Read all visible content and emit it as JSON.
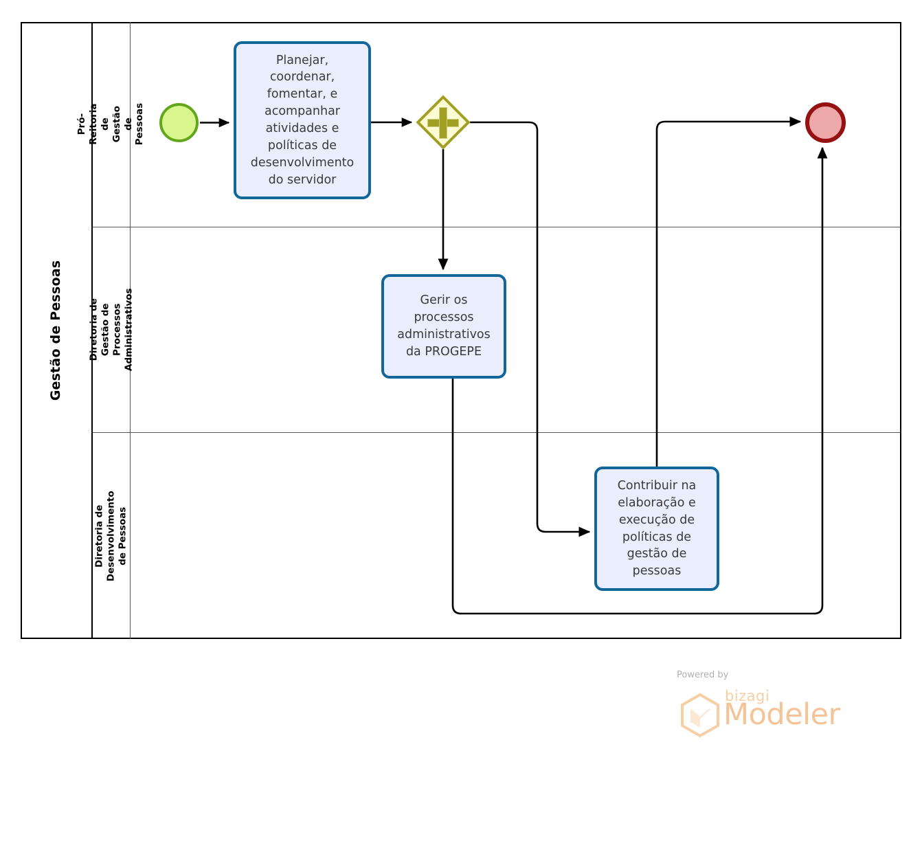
{
  "diagram": {
    "type": "bpmn-process-diagram",
    "pool": {
      "title": "Gestão de Pessoas",
      "lanes": [
        {
          "id": "lane-pro-reitoria",
          "label": "Pró-Reitoria de Gestão de Pessoas"
        },
        {
          "id": "lane-processos-adm",
          "label": "Diretoria de Gestão de Processos Administrativos"
        },
        {
          "id": "lane-desenvolvimento",
          "label": "Diretoria de Desenvolvimento de Pessoas"
        }
      ]
    },
    "events": {
      "start": {
        "name": "start-event",
        "label": "",
        "fill": "#d9f58e",
        "stroke": "#62a61b"
      },
      "end": {
        "name": "end-event",
        "label": "",
        "fill": "#eda9a9",
        "stroke": "#961212"
      }
    },
    "gateway": {
      "name": "parallel-gateway",
      "symbol": "+",
      "type": "parallel",
      "fill": "#fdfbd3",
      "stroke": "#a2a024"
    },
    "tasks": [
      {
        "id": "task-planejar",
        "lane": "lane-pro-reitoria",
        "label": "Planejar, coordenar, fomentar, e acompanhar atividades e políticas de desenvolvimento do servidor"
      },
      {
        "id": "task-gerir",
        "lane": "lane-processos-adm",
        "label": "Gerir os processos administrativos da PROGEPE"
      },
      {
        "id": "task-contribuir",
        "lane": "lane-desenvolvimento",
        "label": "Contribuir na elaboração e execução de políticas de gestão de pessoas"
      }
    ],
    "flows": [
      {
        "id": "flow-start-planejar",
        "from": "start-event",
        "to": "task-planejar"
      },
      {
        "id": "flow-planejar-gateway",
        "from": "task-planejar",
        "to": "parallel-gateway"
      },
      {
        "id": "flow-gateway-gerir",
        "from": "parallel-gateway",
        "to": "task-gerir"
      },
      {
        "id": "flow-gateway-contribuir",
        "from": "parallel-gateway",
        "to": "task-contribuir"
      },
      {
        "id": "flow-contribuir-end",
        "from": "task-contribuir",
        "to": "end-event"
      },
      {
        "id": "flow-gerir-end",
        "from": "task-gerir",
        "to": "end-event"
      }
    ],
    "colors": {
      "task_fill": "#eaeefc",
      "task_border": "#12679a",
      "pool_border": "#000000",
      "lane_border": "#555555",
      "connector": "#000000"
    }
  },
  "watermark": {
    "powered_by": "Powered by",
    "brand": "bizagi",
    "product": "Modeler",
    "color": "#f5c398"
  }
}
